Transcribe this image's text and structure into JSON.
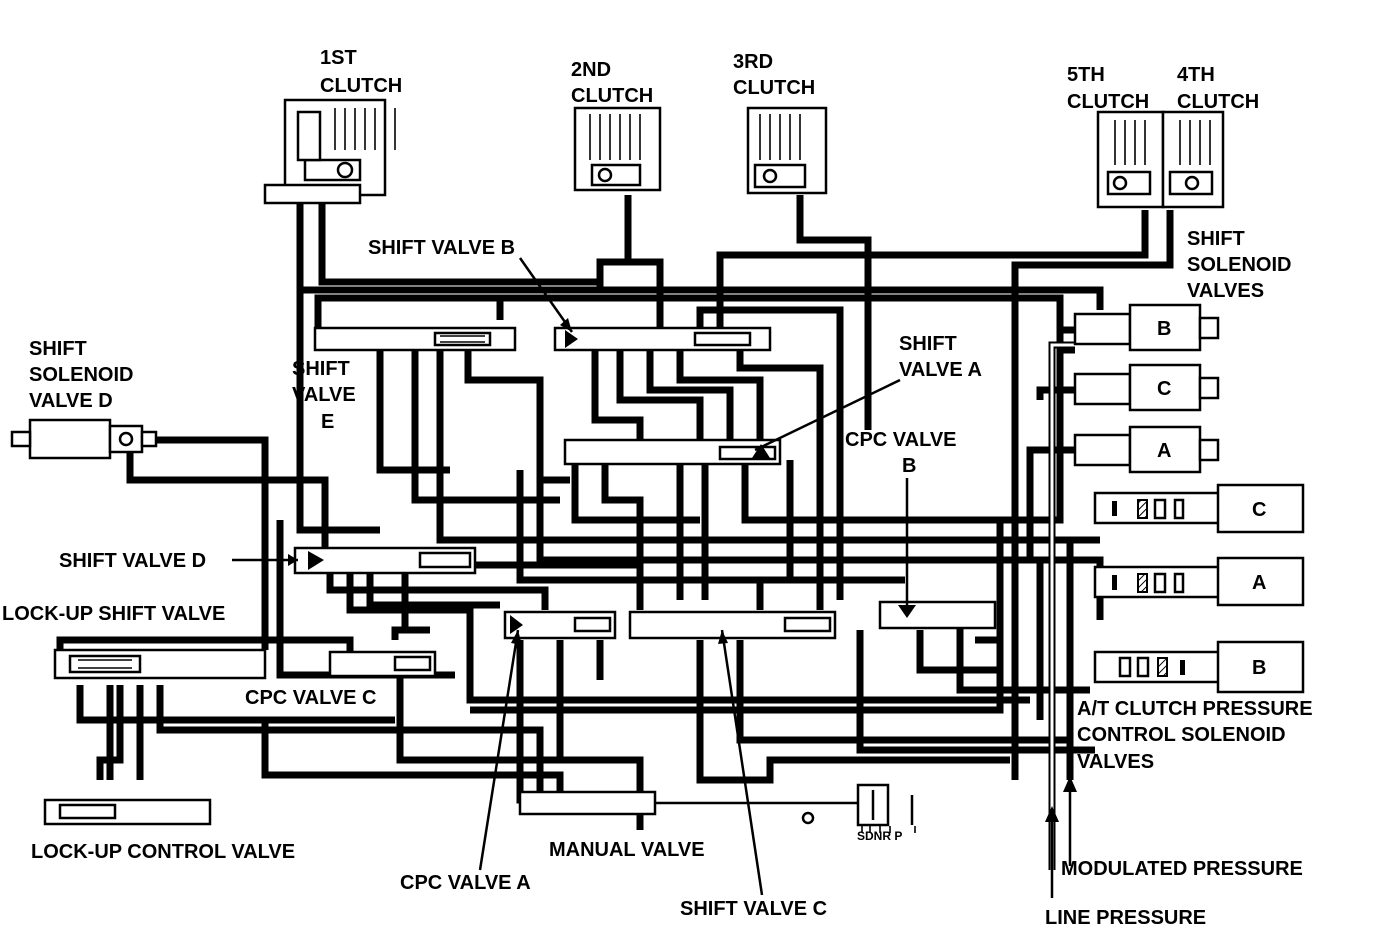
{
  "diagram": {
    "labels": {
      "clutch1": [
        "1ST",
        "CLUTCH"
      ],
      "clutch2": [
        "2ND",
        "CLUTCH"
      ],
      "clutch3": [
        "3RD",
        "CLUTCH"
      ],
      "clutch5": [
        "5TH",
        "CLUTCH"
      ],
      "clutch4": [
        "4TH",
        "CLUTCH"
      ],
      "shift_solenoid_valves_right": [
        "SHIFT",
        "SOLENOID",
        "VALVES"
      ],
      "shift_solenoid_valve_d": [
        "SHIFT",
        "SOLENOID",
        "VALVE D"
      ],
      "shift_valve_b": "SHIFT VALVE B",
      "shift_valve_a": [
        "SHIFT",
        "VALVE A"
      ],
      "shift_valve_e": [
        "SHIFT",
        "VALVE",
        "E"
      ],
      "cpc_valve_b": [
        "CPC VALVE",
        "B"
      ],
      "shift_valve_d": "SHIFT VALVE D",
      "lockup_shift_valve": "LOCK-UP SHIFT VALVE",
      "cpc_valve_c": "CPC VALVE C",
      "at_clutch_pressure": [
        "A/T CLUTCH PRESSURE",
        "CONTROL SOLENOID",
        "VALVES"
      ],
      "lockup_control_valve": "LOCK-UP CONTROL VALVE",
      "manual_valve": "MANUAL VALVE",
      "cpc_valve_a": "CPC VALVE A",
      "shift_valve_c": "SHIFT VALVE C",
      "modulated_pressure": "MODULATED PRESSURE",
      "line_pressure": "LINE PRESSURE",
      "manual_positions": "SDNR P"
    },
    "shift_solenoids": [
      "B",
      "C",
      "A"
    ],
    "pressure_solenoids": [
      "C",
      "A",
      "B"
    ]
  }
}
